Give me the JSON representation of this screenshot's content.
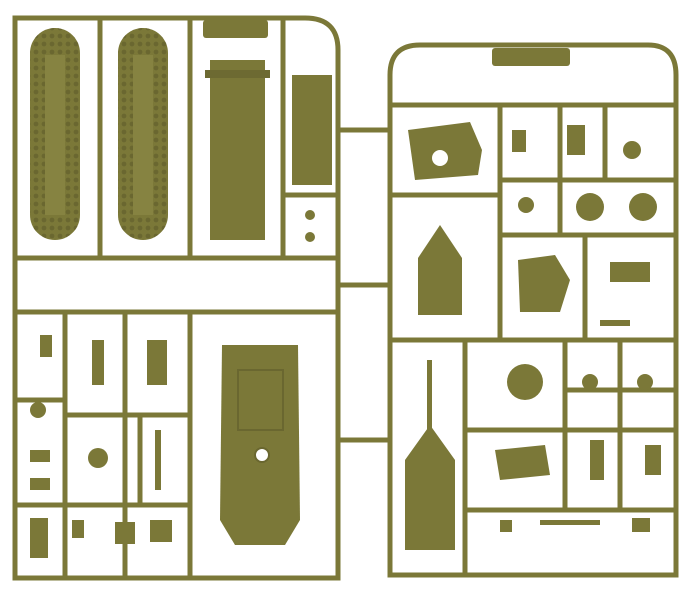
{
  "colors": {
    "plastic": "#7b7838",
    "plastic_dark": "#5f5c28",
    "plastic_light": "#8e8b48",
    "background": "#ffffff"
  },
  "sprues": [
    {
      "name": "left-sprue",
      "parts": [
        "track-left",
        "track-right",
        "hull-plate",
        "side-plate",
        "small-parts",
        "hull-top"
      ]
    },
    {
      "name": "right-sprue",
      "parts": [
        "turret",
        "mantlet",
        "wheels",
        "gun-barrel",
        "hatches",
        "small-parts"
      ]
    }
  ]
}
